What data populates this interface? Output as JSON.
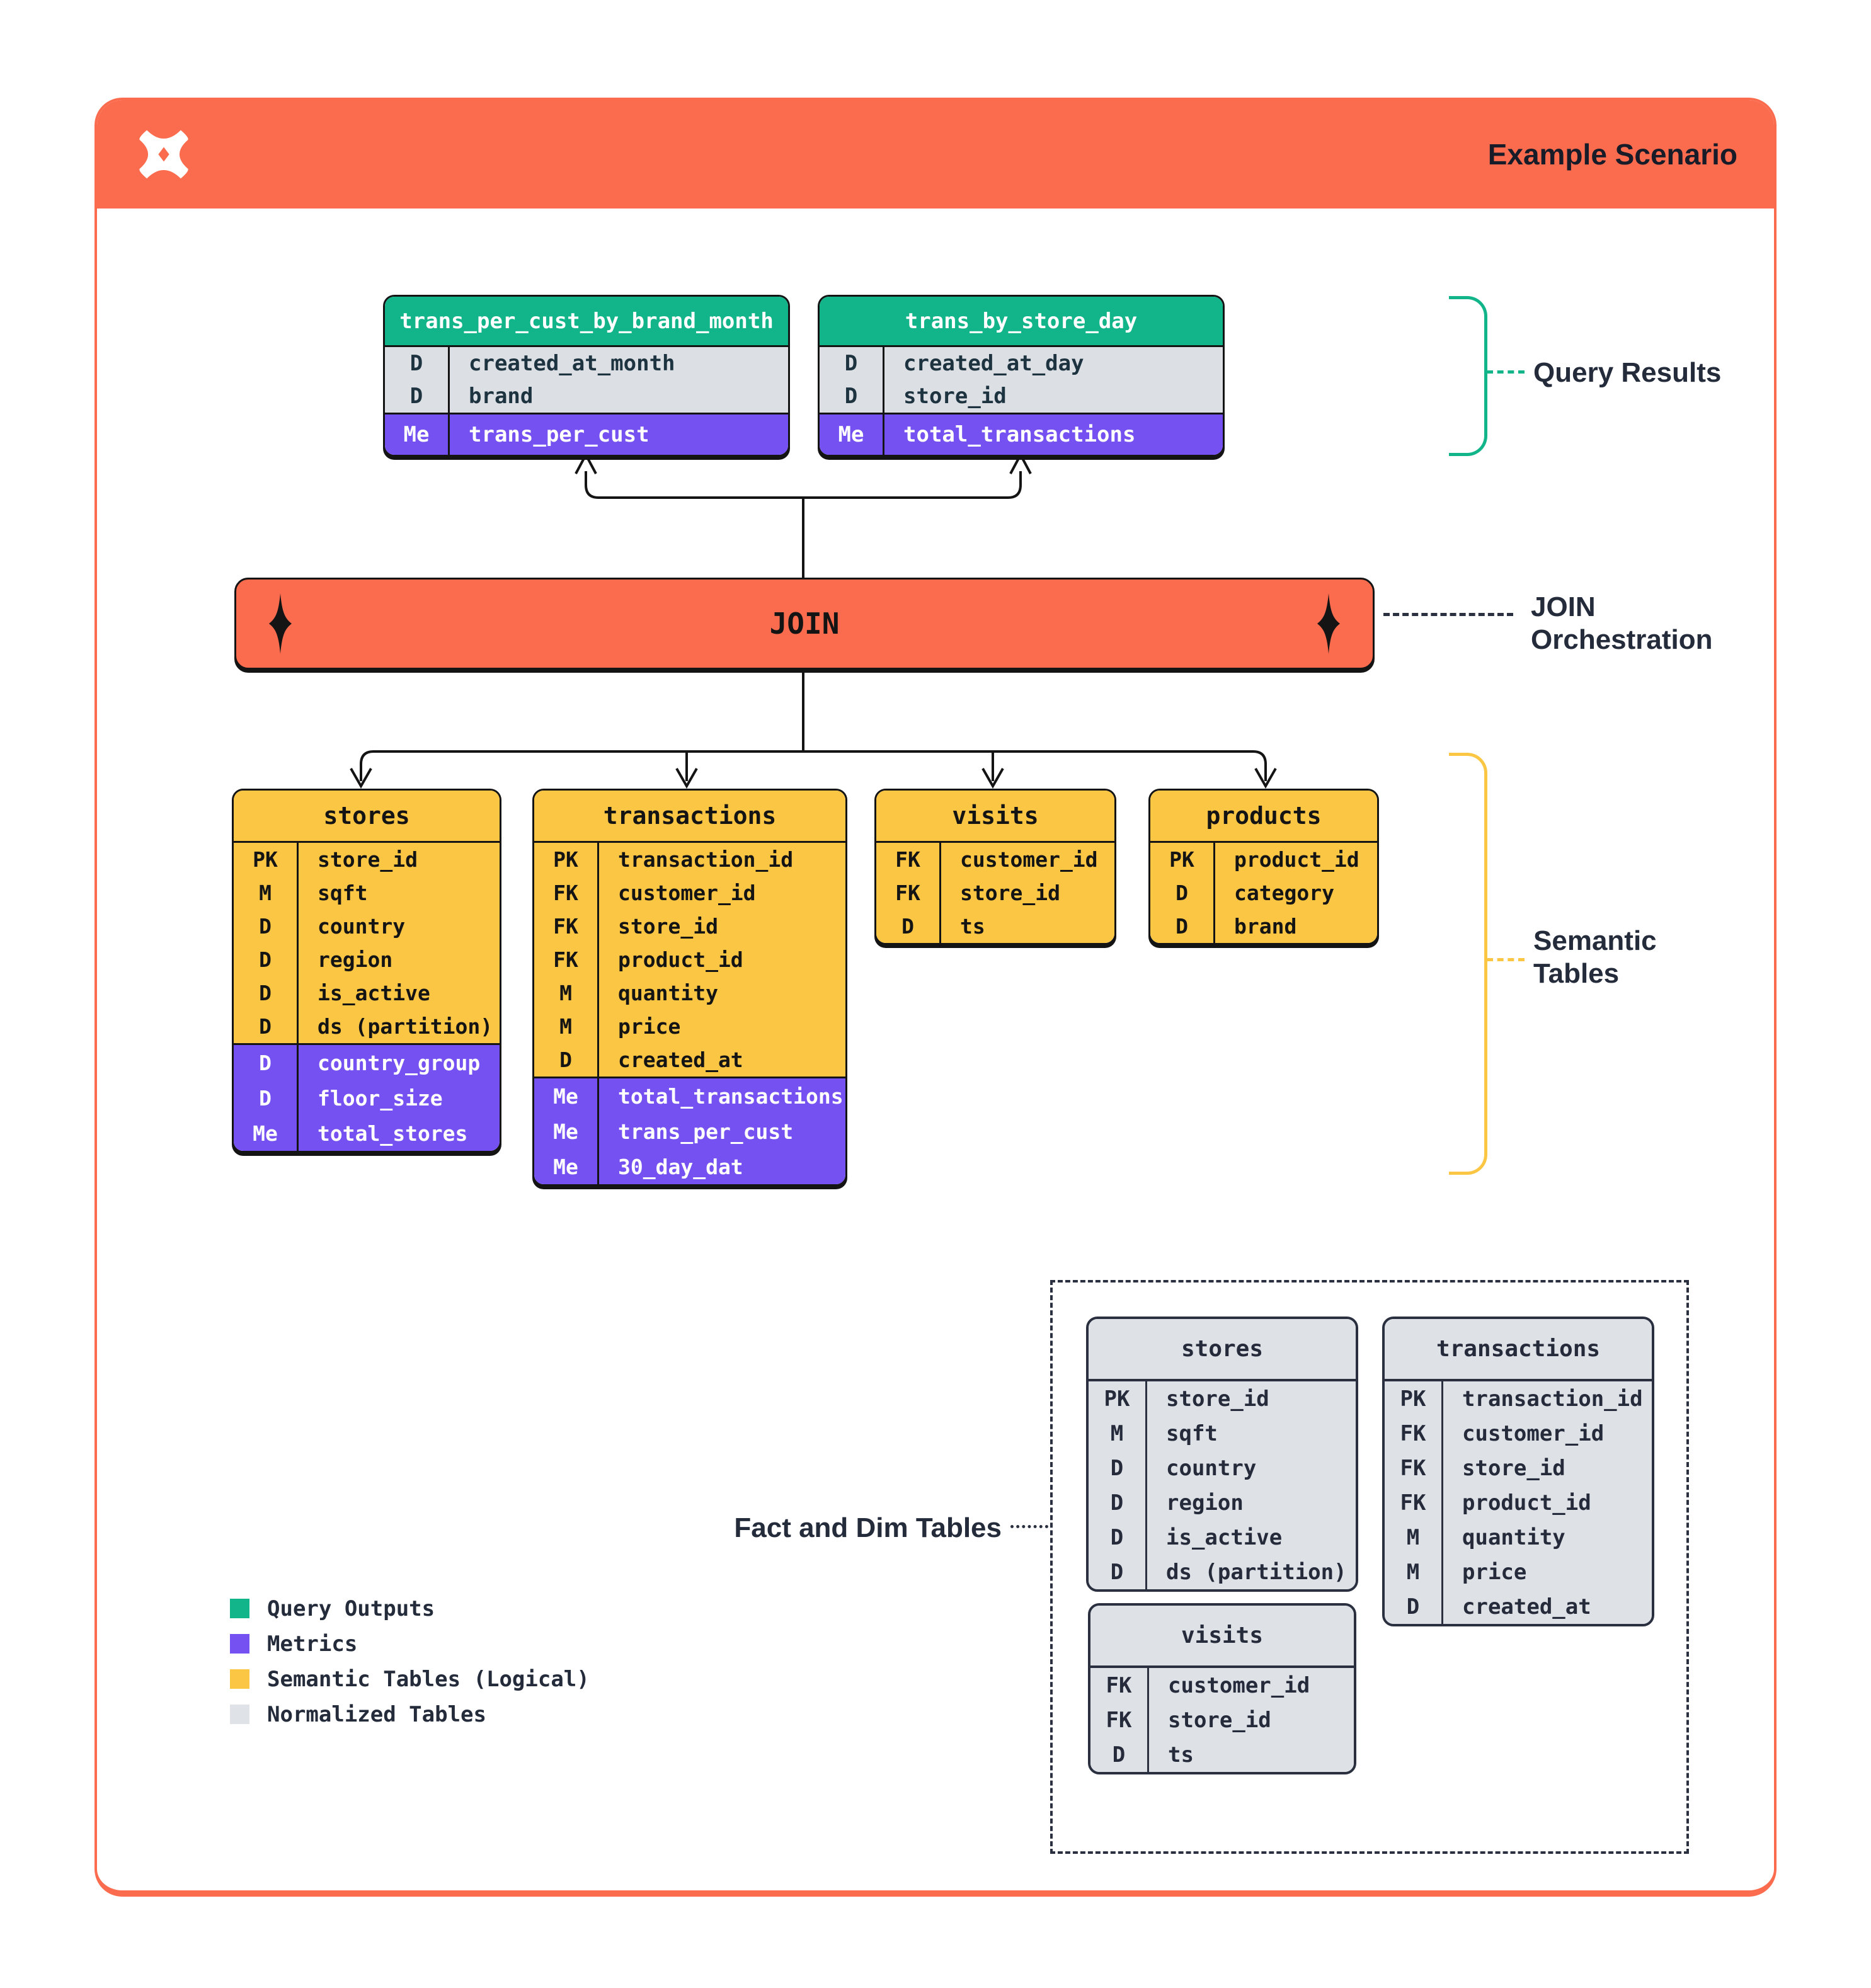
{
  "header": {
    "title": "Example Scenario"
  },
  "join": {
    "label": "JOIN"
  },
  "annotations": {
    "query_results": "Query Results",
    "join_orchestration": "JOIN Orchestration",
    "semantic_tables": "Semantic Tables",
    "fact_dim": "Fact and Dim Tables"
  },
  "query_tables": [
    {
      "name": "trans_per_cust_by_brand_month",
      "rows": [
        {
          "t": "D",
          "n": "created_at_month"
        },
        {
          "t": "D",
          "n": "brand"
        }
      ],
      "metrics": [
        {
          "t": "Me",
          "n": "trans_per_cust"
        }
      ]
    },
    {
      "name": "trans_by_store_day",
      "rows": [
        {
          "t": "D",
          "n": "created_at_day"
        },
        {
          "t": "D",
          "n": "store_id"
        }
      ],
      "metrics": [
        {
          "t": "Me",
          "n": "total_transactions"
        }
      ]
    }
  ],
  "semantic_tables": [
    {
      "name": "stores",
      "rows": [
        {
          "t": "PK",
          "n": "store_id"
        },
        {
          "t": "M",
          "n": "sqft"
        },
        {
          "t": "D",
          "n": "country"
        },
        {
          "t": "D",
          "n": "region"
        },
        {
          "t": "D",
          "n": "is_active"
        },
        {
          "t": "D",
          "n": "ds (partition)"
        }
      ],
      "metrics": [
        {
          "t": "D",
          "n": "country_group"
        },
        {
          "t": "D",
          "n": "floor_size"
        },
        {
          "t": "Me",
          "n": "total_stores"
        }
      ]
    },
    {
      "name": "transactions",
      "rows": [
        {
          "t": "PK",
          "n": "transaction_id"
        },
        {
          "t": "FK",
          "n": "customer_id"
        },
        {
          "t": "FK",
          "n": "store_id"
        },
        {
          "t": "FK",
          "n": "product_id"
        },
        {
          "t": "M",
          "n": "quantity"
        },
        {
          "t": "M",
          "n": "price"
        },
        {
          "t": "D",
          "n": "created_at"
        }
      ],
      "metrics": [
        {
          "t": "Me",
          "n": "total_transactions"
        },
        {
          "t": "Me",
          "n": "trans_per_cust"
        },
        {
          "t": "Me",
          "n": "30_day_dat"
        }
      ]
    },
    {
      "name": "visits",
      "rows": [
        {
          "t": "FK",
          "n": "customer_id"
        },
        {
          "t": "FK",
          "n": "store_id"
        },
        {
          "t": "D",
          "n": "ts"
        }
      ],
      "metrics": []
    },
    {
      "name": "products",
      "rows": [
        {
          "t": "PK",
          "n": "product_id"
        },
        {
          "t": "D",
          "n": "category"
        },
        {
          "t": "D",
          "n": "brand"
        }
      ],
      "metrics": []
    }
  ],
  "normalized_tables": [
    {
      "name": "stores",
      "rows": [
        {
          "t": "PK",
          "n": "store_id"
        },
        {
          "t": "M",
          "n": "sqft"
        },
        {
          "t": "D",
          "n": "country"
        },
        {
          "t": "D",
          "n": "region"
        },
        {
          "t": "D",
          "n": "is_active"
        },
        {
          "t": "D",
          "n": "ds (partition)"
        }
      ]
    },
    {
      "name": "transactions",
      "rows": [
        {
          "t": "PK",
          "n": "transaction_id"
        },
        {
          "t": "FK",
          "n": "customer_id"
        },
        {
          "t": "FK",
          "n": "store_id"
        },
        {
          "t": "FK",
          "n": "product_id"
        },
        {
          "t": "M",
          "n": "quantity"
        },
        {
          "t": "M",
          "n": "price"
        },
        {
          "t": "D",
          "n": "created_at"
        }
      ]
    },
    {
      "name": "visits",
      "rows": [
        {
          "t": "FK",
          "n": "customer_id"
        },
        {
          "t": "FK",
          "n": "store_id"
        },
        {
          "t": "D",
          "n": "ts"
        }
      ]
    }
  ],
  "legend": [
    {
      "label": "Query Outputs",
      "color": "#12B589"
    },
    {
      "label": "Metrics",
      "color": "#7551F1"
    },
    {
      "label": "Semantic Tables (Logical)",
      "color": "#FCC645"
    },
    {
      "label": "Normalized Tables",
      "color": "#DFE3E7"
    }
  ],
  "colors": {
    "accent_orange": "#FB6C4F",
    "teal": "#12B589",
    "purple": "#7551F1",
    "yellow": "#FCC645",
    "normalized_gray": "#DEE2E7",
    "ink": "#242B3A"
  }
}
